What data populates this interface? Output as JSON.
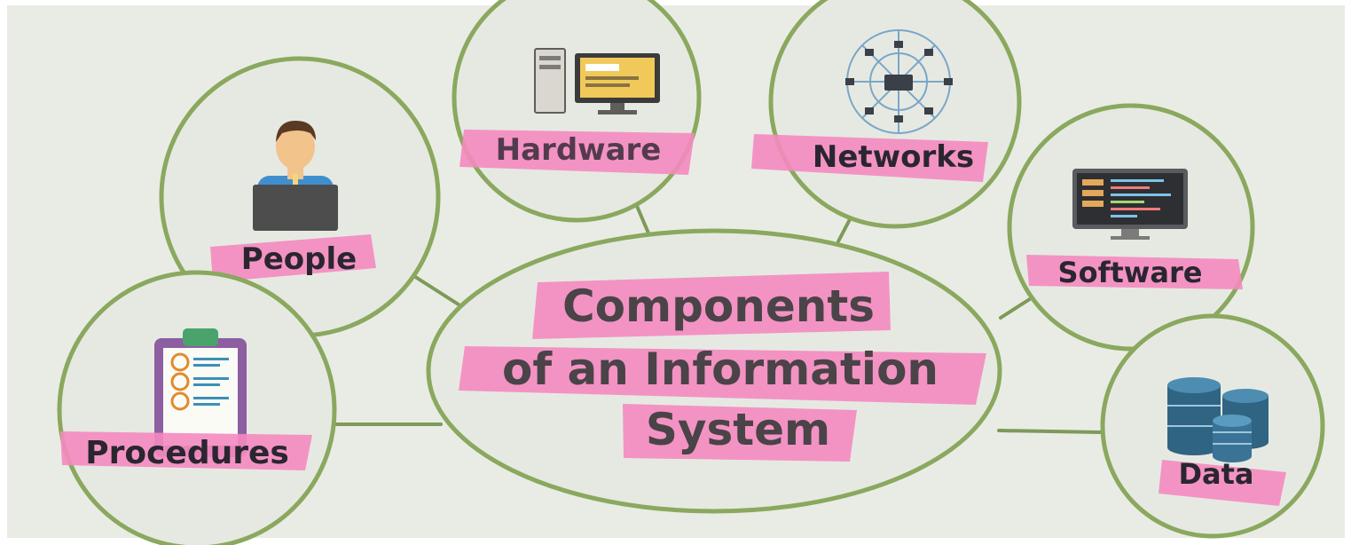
{
  "diagram": {
    "title_lines": [
      "Components",
      "of an Information",
      "System"
    ],
    "nodes": {
      "people": "People",
      "hardware": "Hardware",
      "networks": "Networks",
      "software": "Software",
      "procedures": "Procedures",
      "data": "Data"
    },
    "icons": {
      "people": "person-at-laptop-icon",
      "hardware": "desktop-computer-icon",
      "networks": "network-hub-icon",
      "software": "code-monitor-icon",
      "procedures": "clipboard-checklist-icon",
      "data": "database-stack-icon"
    },
    "colors": {
      "background": "#e9ece5",
      "bubble_fill": "#e6e9e2",
      "bubble_stroke": "#8aa85e",
      "highlight": "#f48ac0",
      "text": "#2a2630"
    }
  }
}
